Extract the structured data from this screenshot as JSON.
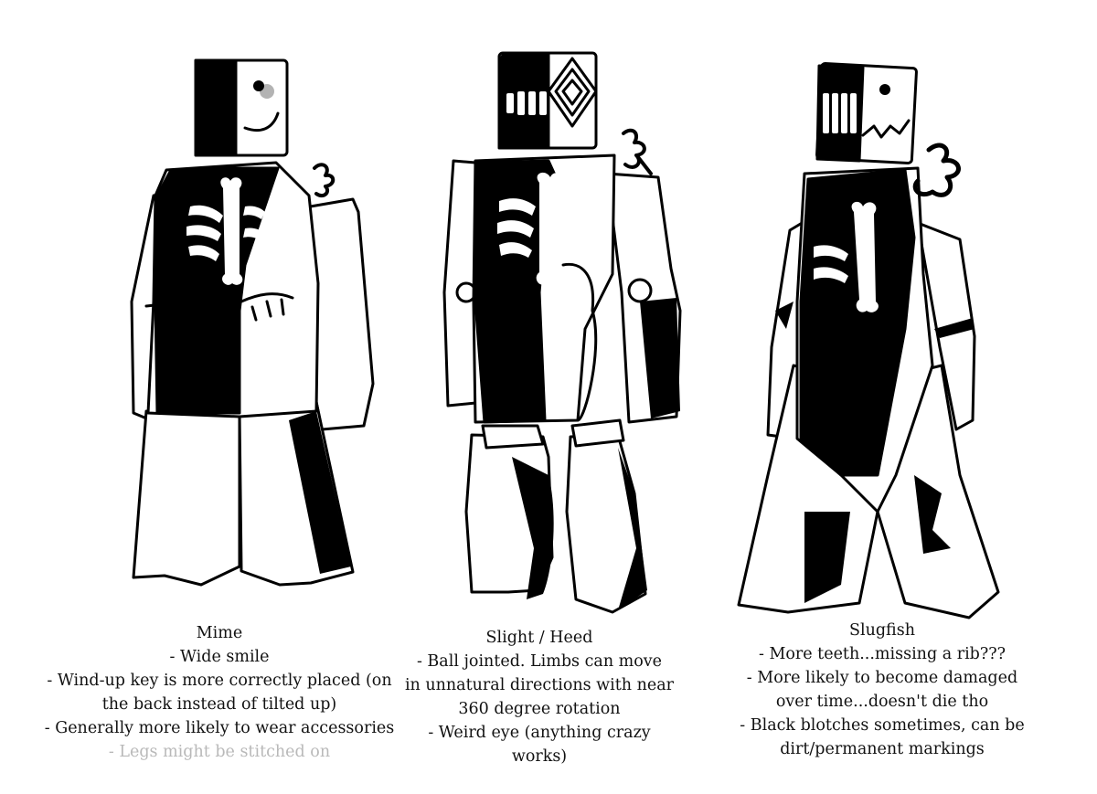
{
  "characters": [
    {
      "name": "Mime",
      "notes": [
        "- Wide smile",
        "- Wind-up key is more correctly placed (on",
        "the back instead of tilted up)",
        "- Generally more likely to wear accessories"
      ],
      "faded_note": "- Legs might be stitched on"
    },
    {
      "name": "Slight / Heed",
      "notes": [
        "- Ball jointed. Limbs can move",
        "in unnatural directions with near",
        "360 degree rotation",
        "- Weird eye (anything crazy",
        "works)"
      ]
    },
    {
      "name": "Slugfish",
      "notes": [
        "- More teeth...missing a rib???",
        "- More likely to become damaged",
        "over time...doesn't die tho",
        "- Black blotches sometimes, can be",
        "dirt/permanent markings"
      ]
    }
  ],
  "colors": {
    "ink": "#000000",
    "paper": "#ffffff",
    "cheek": "#b3b3b3",
    "faded_text": "#b9b9b9"
  }
}
